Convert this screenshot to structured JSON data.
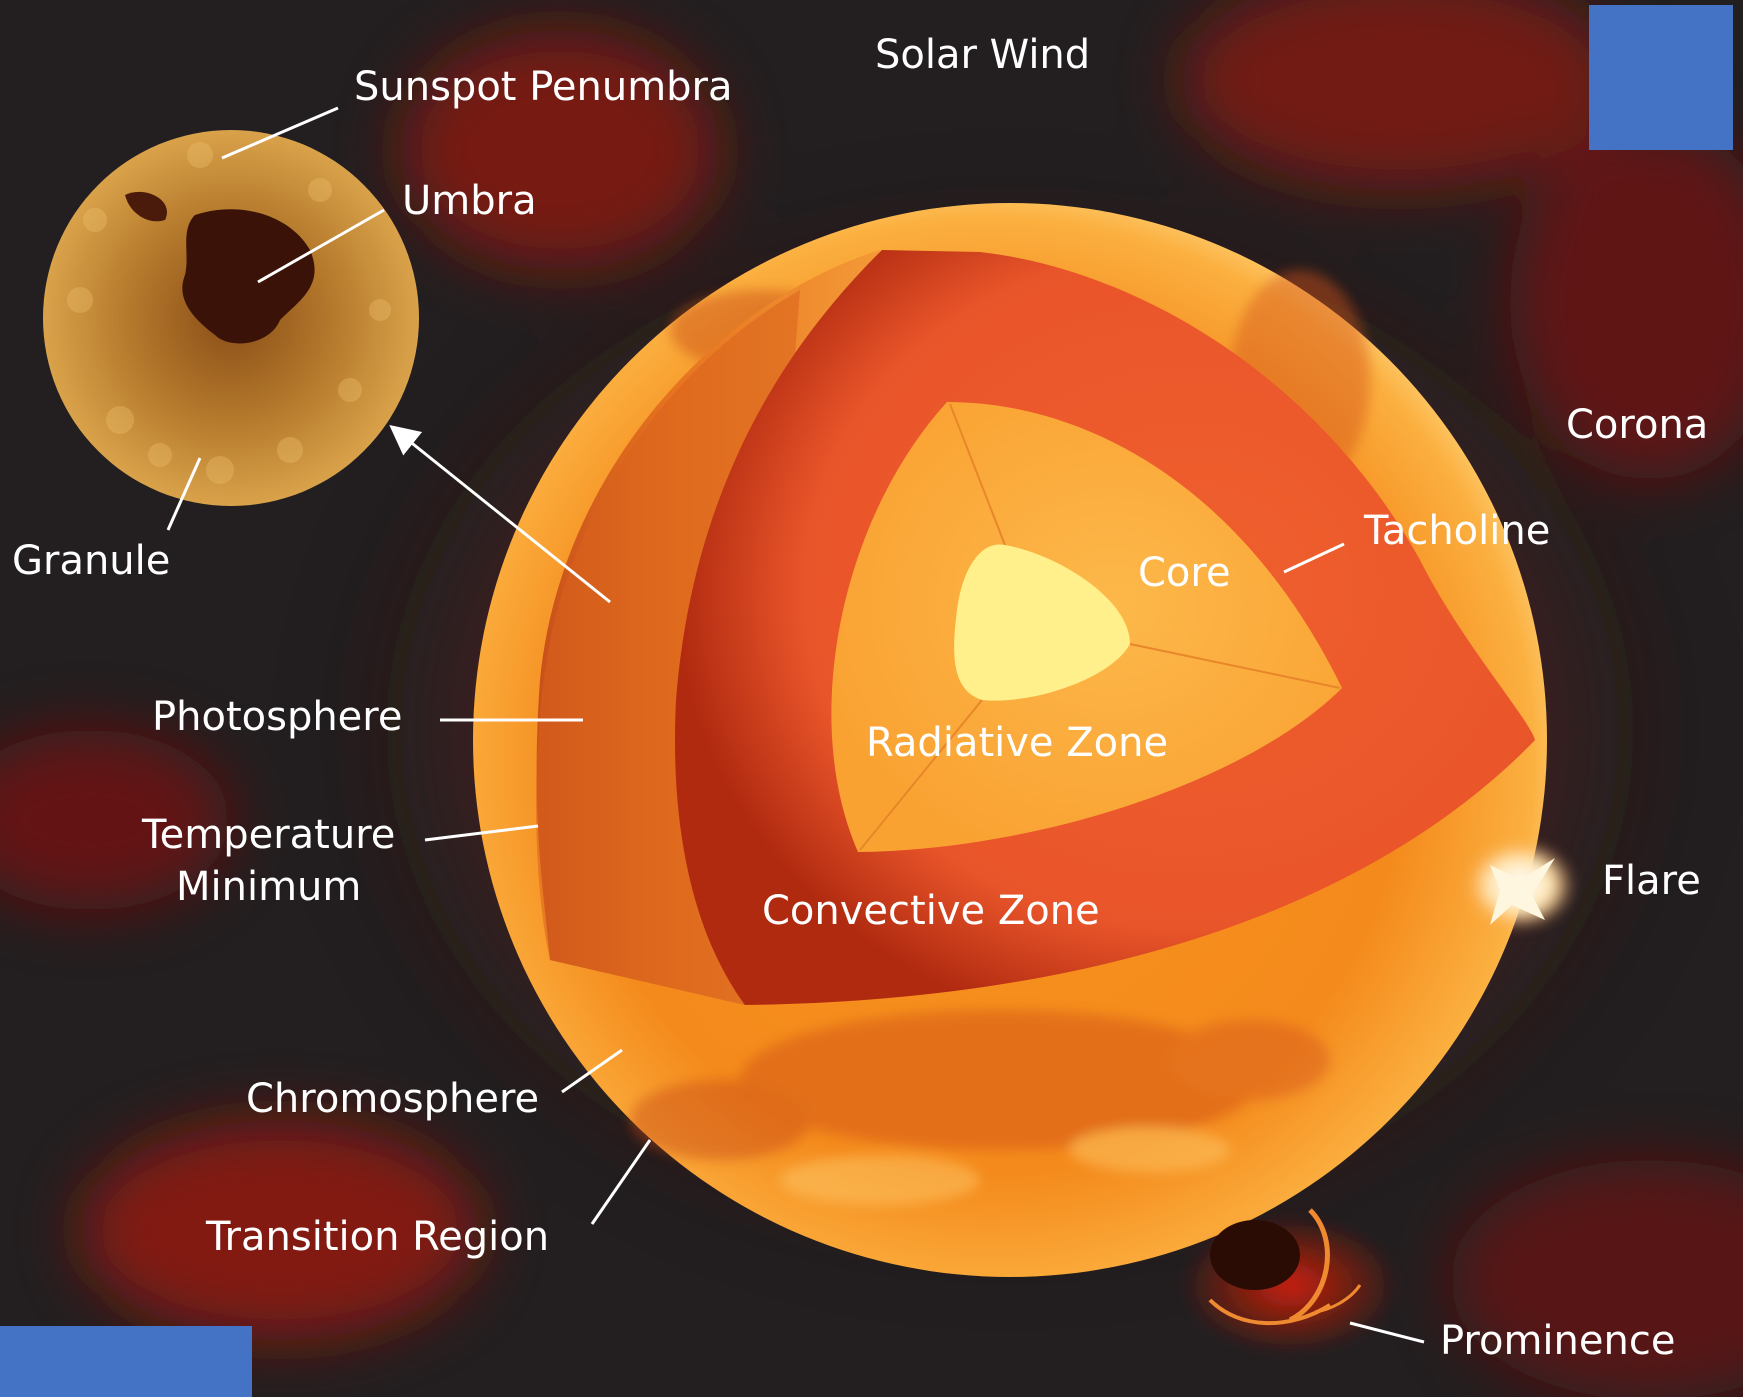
{
  "labels": {
    "solar_wind": "Solar Wind",
    "sunspot_penumbra": "Sunspot Penumbra",
    "umbra": "Umbra",
    "granule": "Granule",
    "corona": "Corona",
    "tacholine": "Tacholine",
    "core": "Core",
    "radiative_zone": "Radiative Zone",
    "convective_zone": "Convective Zone",
    "photosphere": "Photosphere",
    "temperature_minimum_line1": "Temperature",
    "temperature_minimum_line2": "Minimum",
    "flare": "Flare",
    "chromosphere": "Chromosphere",
    "transition_region": "Transition Region",
    "prominence": "Prominence"
  },
  "colors": {
    "background": "#231f20",
    "corona_red": "#8c1a10",
    "photosphere_orange": "#f7931e",
    "photosphere_light": "#ffd37a",
    "convective_zone": "#e9552a",
    "convective_zone_dark": "#b02a10",
    "radiative_zone": "#fbab3e",
    "core": "#fff08c",
    "sunspot_gold": "#c8913a",
    "umbra_dark": "#3a1208",
    "placeholder_blue": "#4472c4",
    "label_text": "#ffffff"
  }
}
